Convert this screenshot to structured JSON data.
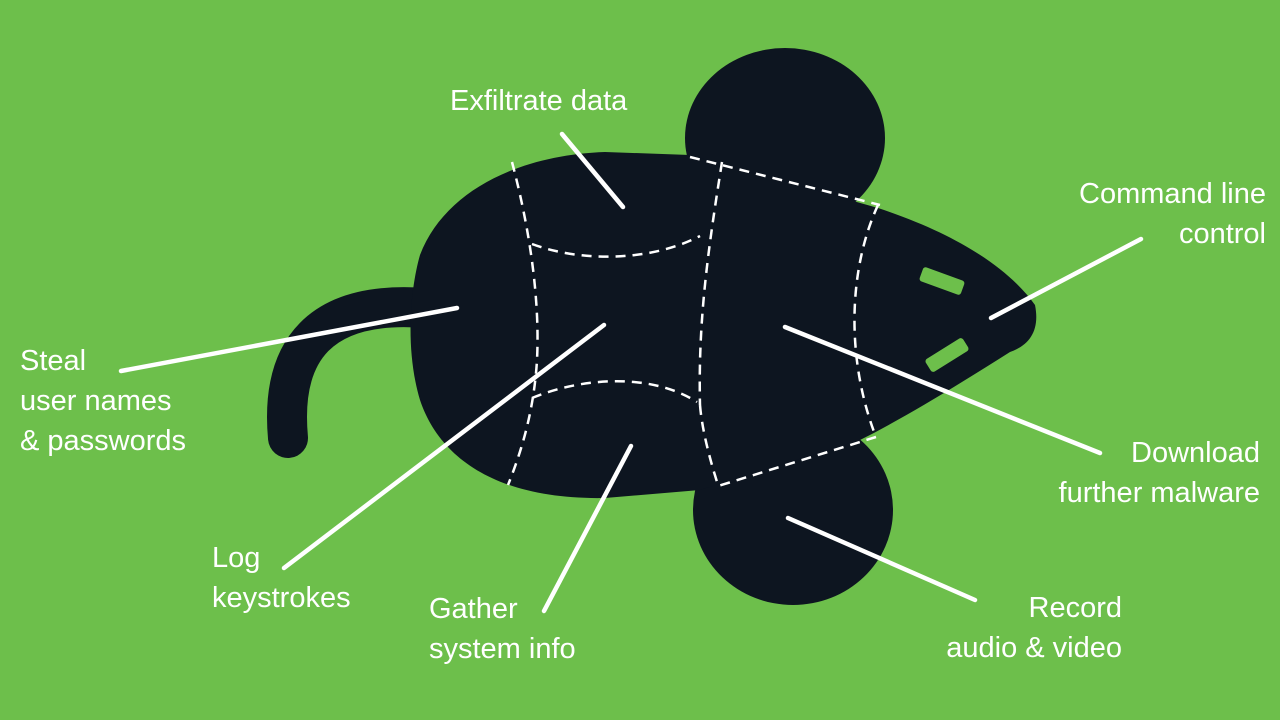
{
  "diagram": {
    "background_color": "#6dbf4b",
    "body_color": "#0d1520",
    "stroke_color": "#ffffff",
    "labels": {
      "exfiltrate": [
        "Exfiltrate data"
      ],
      "command": [
        "Command line",
        "control"
      ],
      "steal": [
        "Steal",
        "user names",
        "& passwords"
      ],
      "download": [
        "Download",
        "further malware"
      ],
      "log": [
        "Log",
        "keystrokes"
      ],
      "gather": [
        "Gather",
        "system info"
      ],
      "record": [
        "Record",
        "audio & video"
      ]
    }
  }
}
